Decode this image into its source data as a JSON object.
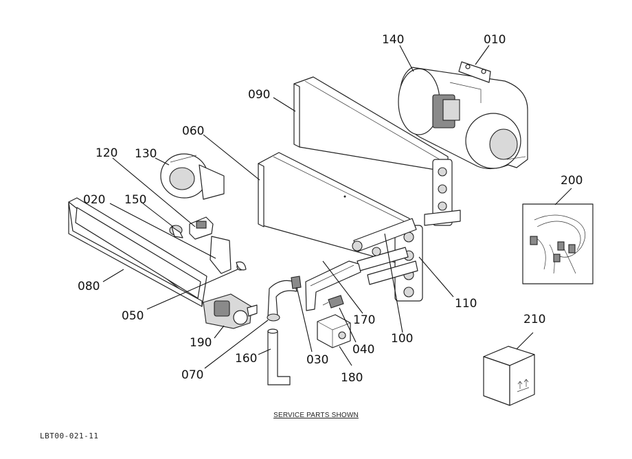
{
  "callouts": {
    "c010": "010",
    "c020": "020",
    "c030": "030",
    "c040": "040",
    "c050": "050",
    "c060": "060",
    "c070": "070",
    "c080": "080",
    "c090": "090",
    "c100": "100",
    "c110": "110",
    "c120": "120",
    "c130": "130",
    "c140": "140",
    "c150": "150",
    "c160": "160",
    "c170": "170",
    "c180": "180",
    "c190": "190",
    "c200": "200",
    "c210": "210"
  },
  "caption": "SERVICE PARTS SHOWN",
  "drawing_id": "LBT00-021-11"
}
